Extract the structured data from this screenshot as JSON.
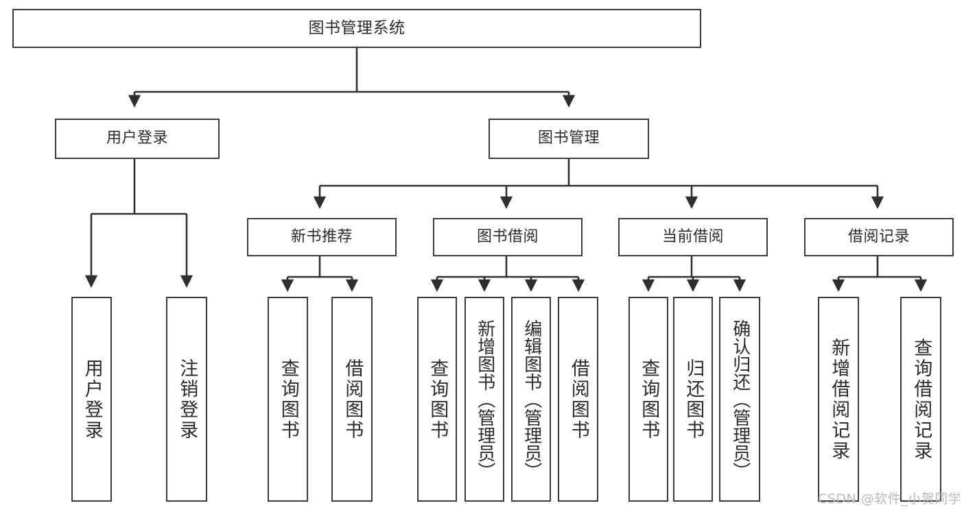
{
  "diagram": {
    "title": "图书管理系统",
    "type": "tree-hierarchy",
    "background_color": "#ffffff",
    "box_border_color": "#3a3a3a",
    "edge_color": "#2f2f2f",
    "text_color": "#2b2b2b"
  },
  "nodes": {
    "root": {
      "label": "图书管理系统"
    },
    "level2": [
      {
        "id": "user-login",
        "label": "用户登录"
      },
      {
        "id": "book-manage",
        "label": "图书管理"
      }
    ],
    "level3": [
      {
        "id": "new-book-recommend",
        "label": "新书推荐"
      },
      {
        "id": "book-borrow",
        "label": "图书借阅"
      },
      {
        "id": "current-borrow",
        "label": "当前借阅"
      },
      {
        "id": "borrow-record",
        "label": "借阅记录"
      }
    ],
    "leaves": {
      "user_login": [
        {
          "id": "leaf-user-login",
          "label": "用户登录"
        },
        {
          "id": "leaf-logout-login",
          "label": "注销登录"
        }
      ],
      "new_book_recommend": [
        {
          "id": "leaf-query-book-1",
          "label": "查询图书"
        },
        {
          "id": "leaf-borrow-book-1",
          "label": "借阅图书"
        }
      ],
      "book_borrow": [
        {
          "id": "leaf-query-book-2",
          "label": "查询图书"
        },
        {
          "id": "leaf-add-book",
          "label": "新增图书（管理员）"
        },
        {
          "id": "leaf-edit-book",
          "label": "编辑图书（管理员）"
        },
        {
          "id": "leaf-borrow-book-2",
          "label": "借阅图书"
        }
      ],
      "current_borrow": [
        {
          "id": "leaf-query-book-3",
          "label": "查询图书"
        },
        {
          "id": "leaf-return-book",
          "label": "归还图书"
        },
        {
          "id": "leaf-confirm-return",
          "label": "确认归还（管理员）"
        }
      ],
      "borrow_record": [
        {
          "id": "leaf-add-record",
          "label": "新增借阅记录"
        },
        {
          "id": "leaf-query-record",
          "label": "查询借阅记录"
        }
      ]
    }
  },
  "watermark": {
    "text": "CSDN @软件_小贺同学"
  }
}
